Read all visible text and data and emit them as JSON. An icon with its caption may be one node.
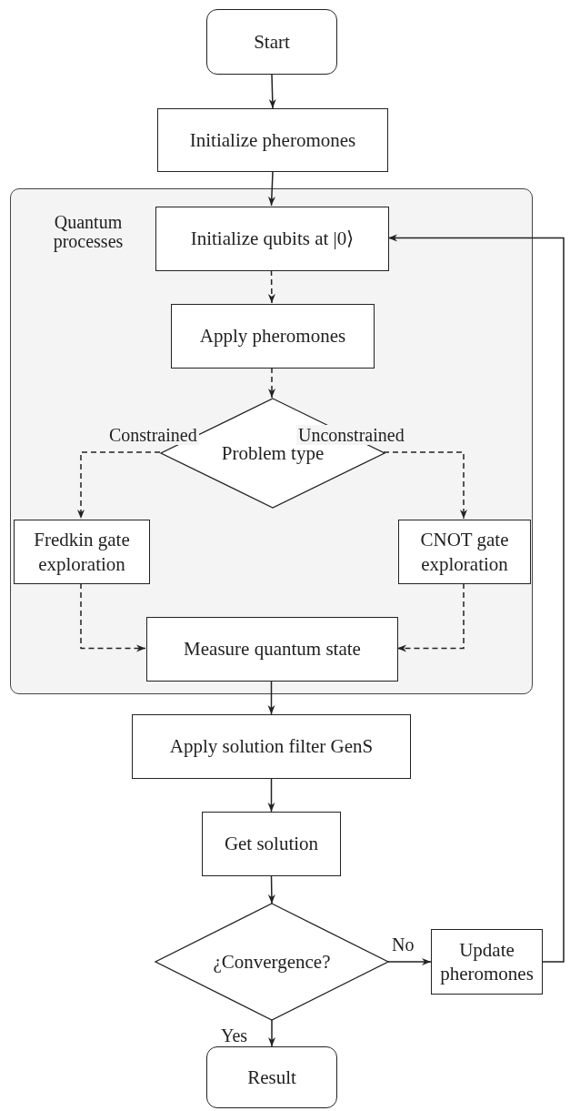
{
  "diagram": {
    "nodes": [
      {
        "text": [
          "Start"
        ]
      },
      {
        "text": [
          "Initialize pheromones"
        ]
      },
      {
        "text": [
          "Quantum processes"
        ]
      },
      {
        "text": [
          "Initialize qubits at |0⟩"
        ],
        "in": 2
      },
      {
        "text": [
          "Apply pheromones"
        ],
        "in": 2
      },
      {
        "text": [
          "Problem type"
        ],
        "in": 2
      },
      {
        "text": [
          "Fredkin gate exploration"
        ],
        "in": 2
      },
      {
        "text": [
          "CNOT gate exploration"
        ],
        "in": 2
      },
      {
        "text": [
          "Measure quantum state"
        ],
        "in": 2
      },
      {
        "text": [
          "Apply solution filter GenS"
        ]
      },
      {
        "text": [
          "Get solution"
        ]
      },
      {
        "text": [
          "¿Convergence?"
        ]
      },
      {
        "text": [
          "Update pheromones"
        ]
      },
      {
        "text": [
          "Result"
        ]
      }
    ],
    "edges": [
      {
        "from": 0,
        "to": 1,
        "arrow": "to"
      },
      {
        "from": 1,
        "to": 3,
        "arrow": "to"
      },
      {
        "from": 3,
        "to": 4,
        "arrow": "to",
        "style": "dashed"
      },
      {
        "from": 4,
        "to": 5,
        "arrow": "to",
        "style": "dashed"
      },
      {
        "from": 5,
        "to": 6,
        "arrow": "to",
        "style": "dashed",
        "label": "Constrained"
      },
      {
        "from": 5,
        "to": 7,
        "arrow": "to",
        "style": "dashed",
        "label": "Unconstrained"
      },
      {
        "from": 6,
        "to": 8,
        "arrow": "to",
        "style": "dashed"
      },
      {
        "from": 7,
        "to": 8,
        "arrow": "to",
        "style": "dashed"
      },
      {
        "from": 8,
        "to": 9,
        "arrow": "to"
      },
      {
        "from": 9,
        "to": 10,
        "arrow": "to"
      },
      {
        "from": 10,
        "to": 11,
        "arrow": "to"
      },
      {
        "from": 11,
        "to": 12,
        "arrow": "to",
        "label": "No"
      },
      {
        "from": 12,
        "to": 3,
        "arrow": "to"
      },
      {
        "from": 11,
        "to": 13,
        "arrow": "to",
        "label": "Yes"
      }
    ]
  }
}
